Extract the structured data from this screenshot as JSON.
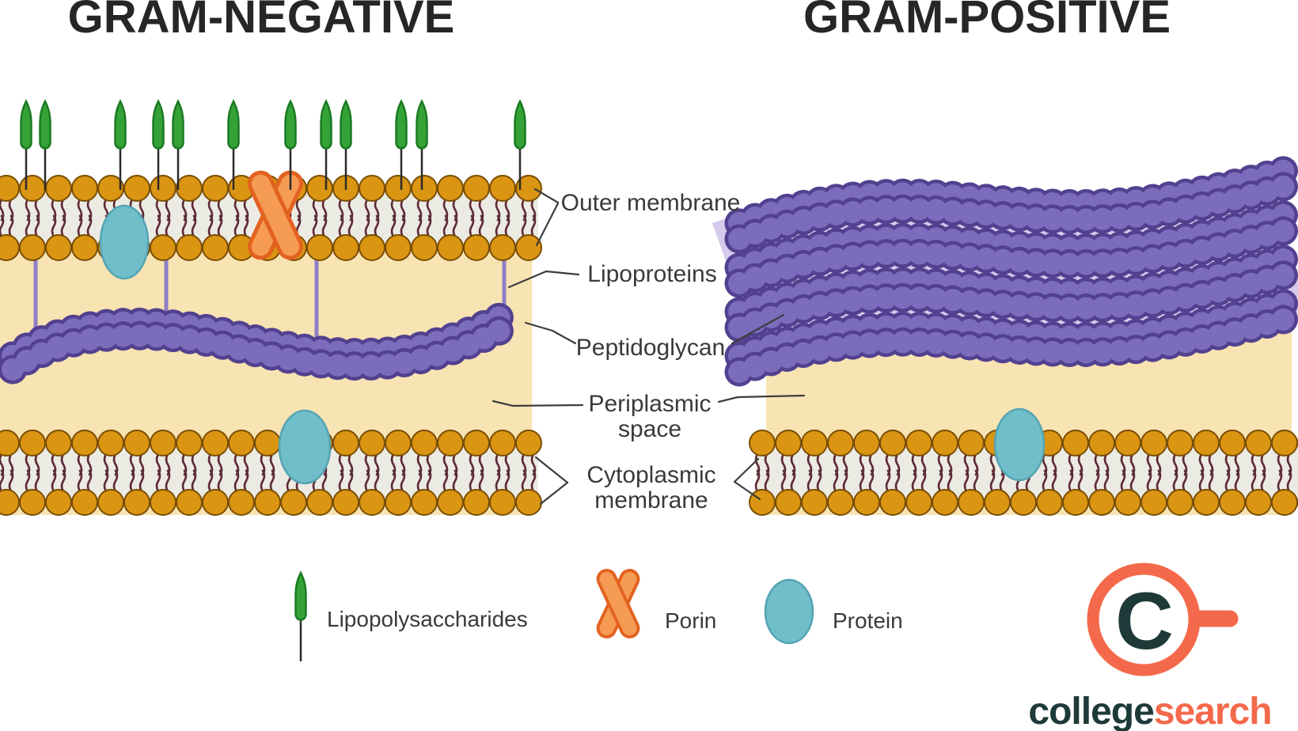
{
  "titles": {
    "left": "GRAM-NEGATIVE",
    "right": "GRAM-POSITIVE"
  },
  "callouts": {
    "outer_membrane": "Outer membrane",
    "lipoproteins": "Lipoproteins",
    "peptidoglycan": "Peptidoglycan",
    "periplasmic_space": {
      "line1": "Periplasmic",
      "line2": "space"
    },
    "cytoplasmic_membrane": {
      "line1": "Cytoplasmic",
      "line2": "membrane"
    }
  },
  "legend": {
    "lipopolysaccharides": "Lipopolysaccharides",
    "porin": "Porin",
    "protein": "Protein"
  },
  "logo": {
    "letter": "C",
    "word_dark": "college",
    "word_accent": "search"
  },
  "icons": {
    "lipopolysaccharide": "lipopolysaccharide-icon",
    "porin": "porin-icon",
    "protein": "protein-icon",
    "magnifier_logo": "magnifier-logo-icon"
  },
  "colors": {
    "canvas_bg": "#FFFFFF",
    "periplasm_tan": "#F8E3B2",
    "head_gold": "#DA9512",
    "head_edge": "#7A4E04",
    "strip_gray": "#ECEBE3",
    "tail_maroon": "#5D2A38",
    "bead_purple": "#7C6CBC",
    "bead_dark": "#52418F",
    "gap_lavender": "#D5CAEB",
    "lps_green": "#35A237",
    "lps_dark": "#1A7A22",
    "lps_stem": "#2B2B2B",
    "lipoprotein": "#8F7FC7",
    "porin_fill": "#F59B53",
    "porin_edge": "#E2621F",
    "protein_fill": "#6FBEC9",
    "protein_edge": "#55A4B2",
    "connector": "#3D3D3D",
    "label_text": "#3A3A3A",
    "title_text": "#262626",
    "logo_orange": "#F4694B",
    "logo_dark": "#1E3A38"
  }
}
